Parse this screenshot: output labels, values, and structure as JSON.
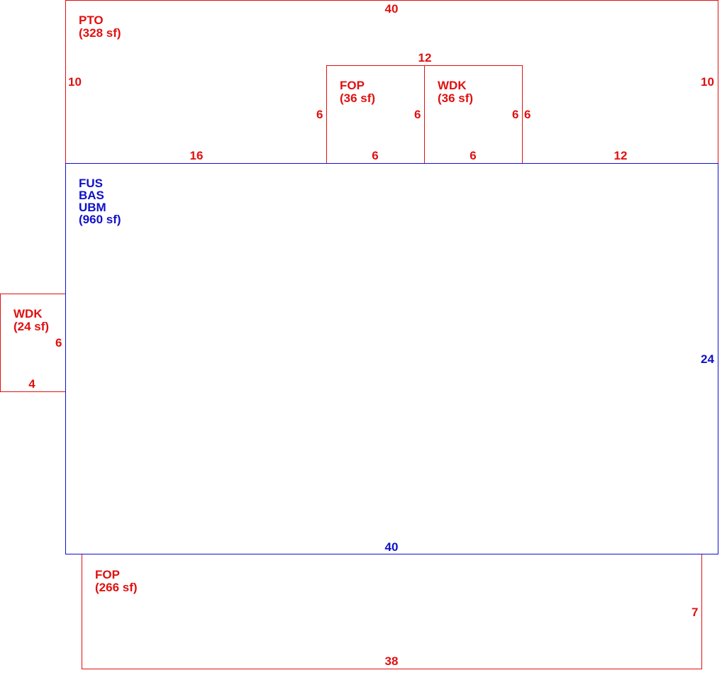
{
  "colors": {
    "addition": "#e01010",
    "main": "#1010c8"
  },
  "pto": {
    "code": "PTO",
    "area": "(328 sf)",
    "top": "40",
    "left": "10",
    "right": "10",
    "bottom_left": "16",
    "bottom_right": "12"
  },
  "fop_small": {
    "code": "FOP",
    "area": "(36 sf)",
    "top": "12",
    "left": "6",
    "right": "6",
    "bottom": "6"
  },
  "wdk_small": {
    "code": "WDK",
    "area": "(36 sf)",
    "right_inner": "6",
    "right_outer": "6",
    "bottom": "6"
  },
  "main": {
    "codes": [
      "FUS",
      "BAS",
      "UBM"
    ],
    "area": "(960 sf)",
    "right": "24",
    "bottom": "40"
  },
  "wdk_left": {
    "code": "WDK",
    "area": "(24 sf)",
    "right": "6",
    "bottom": "4"
  },
  "fop_bottom": {
    "code": "FOP",
    "area": "(266 sf)",
    "right": "7",
    "bottom": "38"
  }
}
